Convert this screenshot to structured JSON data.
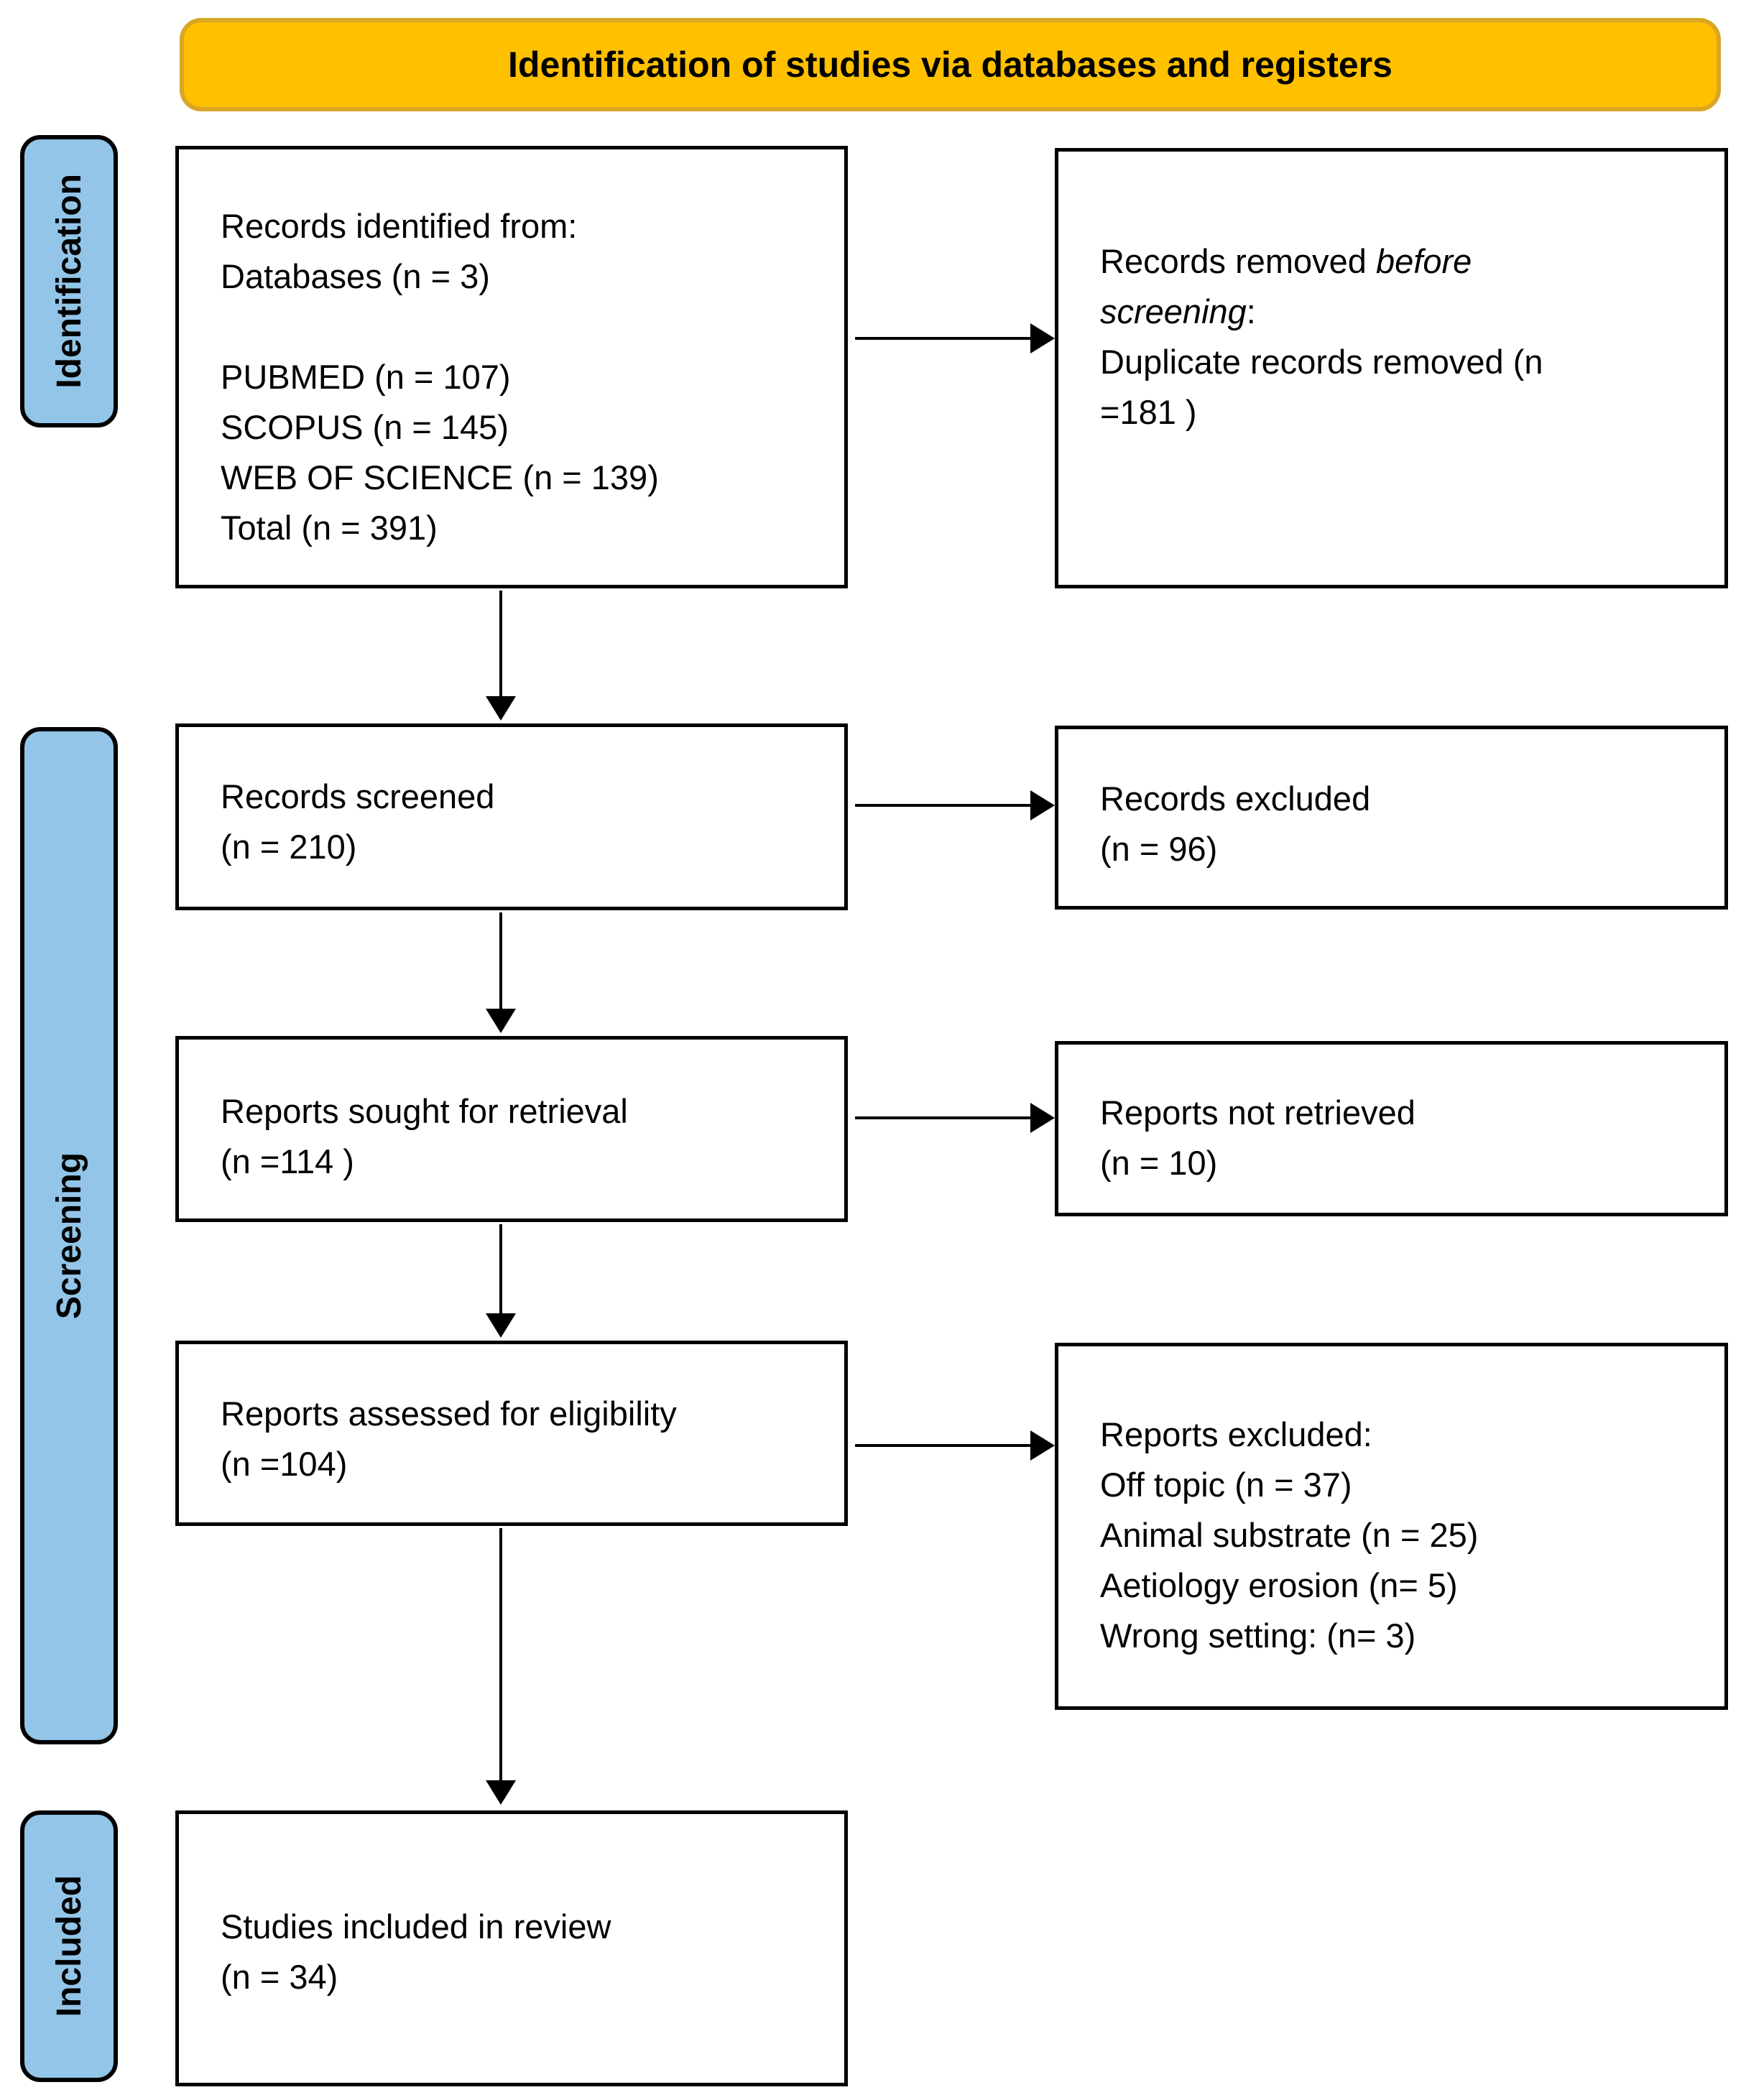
{
  "banner": {
    "title": "Identification of studies via databases and registers"
  },
  "colors": {
    "banner_fill": "#FFC000",
    "banner_border": "#D9A625",
    "stage_fill": "#92C5E8",
    "line_color": "#000000",
    "box_border": "#000000",
    "text_color": "#000000",
    "page_bg": "#FFFFFF"
  },
  "stages": [
    {
      "label": "Identification"
    },
    {
      "label": "Screening"
    },
    {
      "label": "Included"
    }
  ],
  "boxes": {
    "records_identified": {
      "lines": [
        "Records identified from:",
        "Databases (n = 3)",
        "",
        "PUBMED (n = 107)",
        "SCOPUS (n = 145)",
        "WEB OF SCIENCE (n = 139)",
        "Total (n = 391)"
      ]
    },
    "records_removed": {
      "lines": [
        [
          {
            "t": "Records removed "
          },
          {
            "t": "before",
            "i": true
          }
        ],
        [
          {
            "t": "screening",
            "i": true
          },
          {
            "t": ":"
          }
        ],
        [
          {
            "t": "Duplicate records removed  (n"
          }
        ],
        [
          {
            "t": "=181 )"
          }
        ]
      ]
    },
    "records_screened": {
      "lines": [
        "Records screened",
        "(n = 210)"
      ]
    },
    "records_excluded": {
      "lines": [
        "Records excluded",
        "(n = 96)"
      ]
    },
    "reports_sought": {
      "lines": [
        "Reports sought for retrieval",
        "(n =114 )"
      ]
    },
    "reports_not_retrieved": {
      "lines": [
        "Reports not retrieved",
        "(n = 10)"
      ]
    },
    "reports_assessed": {
      "lines": [
        "Reports assessed for eligibility",
        "(n =104)"
      ]
    },
    "reports_excluded": {
      "lines": [
        "Reports excluded:",
        "Off topic (n = 37)",
        "Animal substrate (n = 25)",
        "Aetiology erosion (n= 5)",
        "Wrong setting: (n= 3)"
      ]
    },
    "studies_included": {
      "lines": [
        "Studies included in review",
        "(n = 34)"
      ]
    }
  }
}
